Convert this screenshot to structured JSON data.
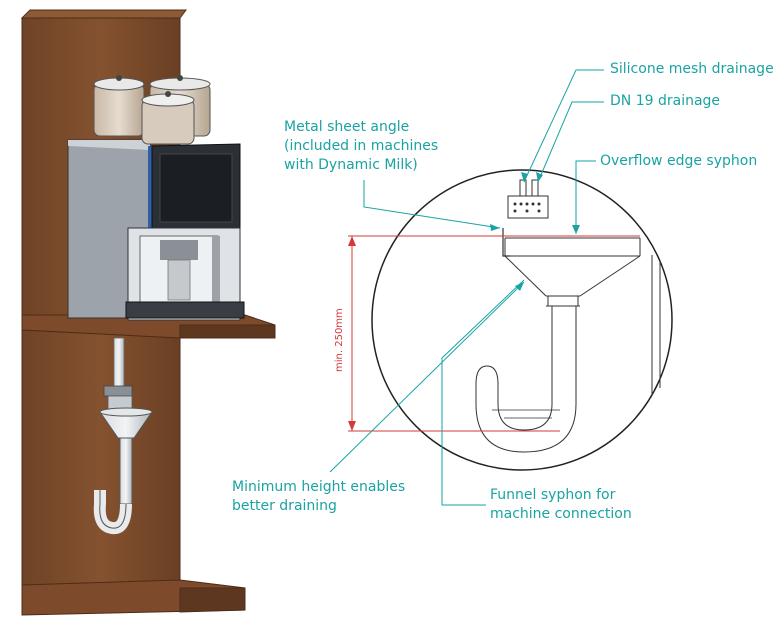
{
  "callouts": {
    "silicone_mesh": "Silicone mesh drainage",
    "dn19": "DN 19 drainage",
    "metal_sheet": "Metal sheet angle\n(included in machines\nwith Dynamic Milk)",
    "overflow_edge": "Overflow edge syphon",
    "minimum_height": "Minimum height enables\nbetter draining",
    "funnel_syphon": "Funnel syphon for\nmachine connection"
  },
  "dimension": {
    "label": "min. 250mm"
  },
  "colors": {
    "callout": "#1aa3a3",
    "dimension": "#d33a3a",
    "wood": "#7a4a2c",
    "wood_edge": "#5a341c",
    "machine_dark": "#2b2f36",
    "steel": "#b9bfc6",
    "line": "#333333"
  }
}
